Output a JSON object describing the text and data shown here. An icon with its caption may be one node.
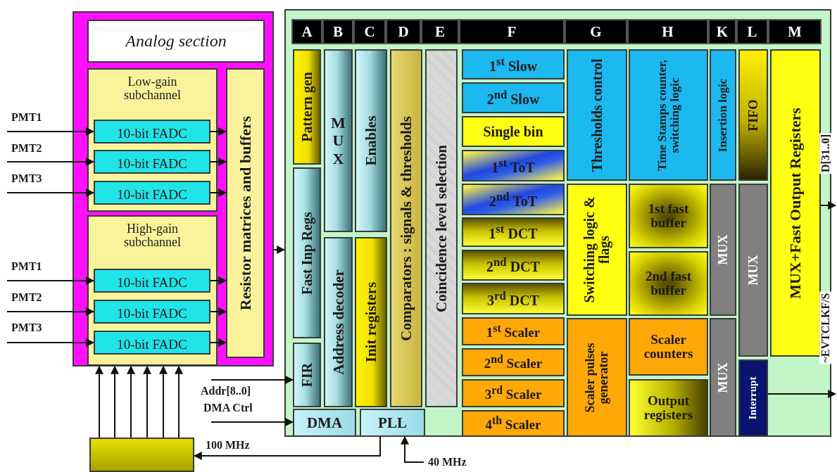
{
  "diagram": {
    "nodes": [
      {
        "text": [],
        "shape": "box"
      },
      {
        "text": [
          "Analog section"
        ],
        "in": 0
      },
      {
        "text": [
          "Low-gain subchannel"
        ],
        "in": 0
      },
      {
        "text": [
          "10-bit FADC"
        ],
        "in": 2
      },
      {
        "text": [
          "10-bit FADC"
        ],
        "in": 2
      },
      {
        "text": [
          "10-bit FADC"
        ],
        "in": 2
      },
      {
        "text": [
          "High-gain subchannel"
        ],
        "in": 0
      },
      {
        "text": [
          "10-bit FADC"
        ],
        "in": 6
      },
      {
        "text": [
          "10-bit FADC"
        ],
        "in": 6
      },
      {
        "text": [
          "10-bit FADC"
        ],
        "in": 6
      },
      {
        "text": [
          "Resistor matrices and buffers"
        ],
        "in": 0
      },
      {
        "text": [],
        "shape": "box"
      },
      {
        "text": [
          "A"
        ],
        "in": 11
      },
      {
        "text": [
          "B"
        ],
        "in": 11
      },
      {
        "text": [
          "C"
        ],
        "in": 11
      },
      {
        "text": [
          "D"
        ],
        "in": 11
      },
      {
        "text": [
          "E"
        ],
        "in": 11
      },
      {
        "text": [
          "F"
        ],
        "in": 11
      },
      {
        "text": [
          "G"
        ],
        "in": 11
      },
      {
        "text": [
          "H"
        ],
        "in": 11
      },
      {
        "text": [
          "K"
        ],
        "in": 11
      },
      {
        "text": [
          "L"
        ],
        "in": 11
      },
      {
        "text": [
          "M"
        ],
        "in": 11
      },
      {
        "text": [
          "Pattern gen"
        ],
        "in": 11
      },
      {
        "text": [
          "Fast Inp Regs"
        ],
        "in": 11
      },
      {
        "text": [
          "FIR"
        ],
        "in": 11
      },
      {
        "text": [
          "MUX"
        ],
        "in": 11
      },
      {
        "text": [
          "Address decoder"
        ],
        "in": 11
      },
      {
        "text": [
          "Enables"
        ],
        "in": 11
      },
      {
        "text": [
          "Init registers"
        ],
        "in": 11
      },
      {
        "text": [
          "Comparators : signals & thresholds"
        ],
        "in": 11
      },
      {
        "text": [
          "Coincidence level selection"
        ],
        "in": 11
      },
      {
        "text": [
          "DMA"
        ],
        "in": 11
      },
      {
        "text": [
          "PLL"
        ],
        "in": 11
      },
      {
        "text": [
          "1$^{st}$ Slow"
        ],
        "in": 11
      },
      {
        "text": [
          "2$^{nd}$ Slow"
        ],
        "in": 11
      },
      {
        "text": [
          "Single bin"
        ],
        "in": 11
      },
      {
        "text": [
          "1$^{st}$ ToT"
        ],
        "in": 11
      },
      {
        "text": [
          "2$^{nd}$ ToT"
        ],
        "in": 11
      },
      {
        "text": [
          "1$^{st}$ DCT"
        ],
        "in": 11
      },
      {
        "text": [
          "2$^{nd}$ DCT"
        ],
        "in": 11
      },
      {
        "text": [
          "3$^{rd}$ DCT"
        ],
        "in": 11
      },
      {
        "text": [
          "1$^{st}$ Scaler"
        ],
        "in": 11
      },
      {
        "text": [
          "2$^{nd}$ Scaler"
        ],
        "in": 11
      },
      {
        "text": [
          "3$^{rd}$ Scaler"
        ],
        "in": 11
      },
      {
        "text": [
          "4$^{th}$ Scaler"
        ],
        "in": 11
      },
      {
        "text": [
          "Thresholds control"
        ],
        "in": 11
      },
      {
        "text": [
          "Switching logic & flags"
        ],
        "in": 11
      },
      {
        "text": [
          "Scaler pulses generator"
        ],
        "in": 11
      },
      {
        "text": [
          "Time Stamps counter, switching logic"
        ],
        "in": 11
      },
      {
        "text": [
          "1st fast buffer"
        ],
        "in": 11
      },
      {
        "text": [
          "2nd fast buffer"
        ],
        "in": 11
      },
      {
        "text": [
          "Scaler counters"
        ],
        "in": 11
      },
      {
        "text": [
          "Output registers"
        ],
        "in": 11
      },
      {
        "text": [
          "Insertion logic"
        ],
        "in": 11
      },
      {
        "text": [
          "MUX"
        ],
        "in": 11
      },
      {
        "text": [
          "MUX"
        ],
        "in": 11
      },
      {
        "text": [
          "FIFO"
        ],
        "in": 11
      },
      {
        "text": [
          "MUX"
        ],
        "in": 11
      },
      {
        "text": [
          "Interrupt"
        ],
        "in": 11
      },
      {
        "text": [
          "MUX+Fast Output Registers"
        ],
        "in": 11
      },
      {
        "text": [],
        "shape": "box"
      }
    ],
    "edges": [
      {
        "from": null,
        "to": 3,
        "arrow": "to",
        "label": "PMT1"
      },
      {
        "from": null,
        "to": 4,
        "arrow": "to",
        "label": "PMT2"
      },
      {
        "from": null,
        "to": 5,
        "arrow": "to",
        "label": "PMT3"
      },
      {
        "from": null,
        "to": 7,
        "arrow": "to",
        "label": "PMT1"
      },
      {
        "from": null,
        "to": 8,
        "arrow": "to",
        "label": "PMT2"
      },
      {
        "from": null,
        "to": 9,
        "arrow": "to",
        "label": "PMT3"
      },
      {
        "from": 3,
        "to": 10,
        "arrow": "to"
      },
      {
        "from": 4,
        "to": 10,
        "arrow": "to"
      },
      {
        "from": 5,
        "to": 10,
        "arrow": "to"
      },
      {
        "from": 7,
        "to": 10,
        "arrow": "to"
      },
      {
        "from": 8,
        "to": 10,
        "arrow": "to"
      },
      {
        "from": 9,
        "to": 10,
        "arrow": "to"
      },
      {
        "from": 0,
        "to": 11,
        "arrow": "to"
      },
      {
        "from": null,
        "to": 25,
        "arrow": "to",
        "label": "Addr[8..0]"
      },
      {
        "from": null,
        "to": 32,
        "arrow": "to",
        "label": "DMA Ctrl"
      },
      {
        "from": 61,
        "to": 0,
        "arrow": "to"
      },
      {
        "from": 61,
        "to": 0,
        "arrow": "to"
      },
      {
        "from": 61,
        "to": 0,
        "arrow": "to"
      },
      {
        "from": 61,
        "to": 0,
        "arrow": "to"
      },
      {
        "from": 61,
        "to": 0,
        "arrow": "to"
      },
      {
        "from": 61,
        "to": 0,
        "arrow": "to"
      },
      {
        "from": 33,
        "to": 61,
        "arrow": "to",
        "label": "100 MHz"
      },
      {
        "from": null,
        "to": 33,
        "arrow": "to",
        "label": "40 MHz"
      },
      {
        "from": 60,
        "to": null,
        "arrow": "to",
        "label": "D[31..0]"
      },
      {
        "from": 59,
        "to": null,
        "arrow": "to",
        "label": "~EVTCLKF/S"
      }
    ]
  }
}
